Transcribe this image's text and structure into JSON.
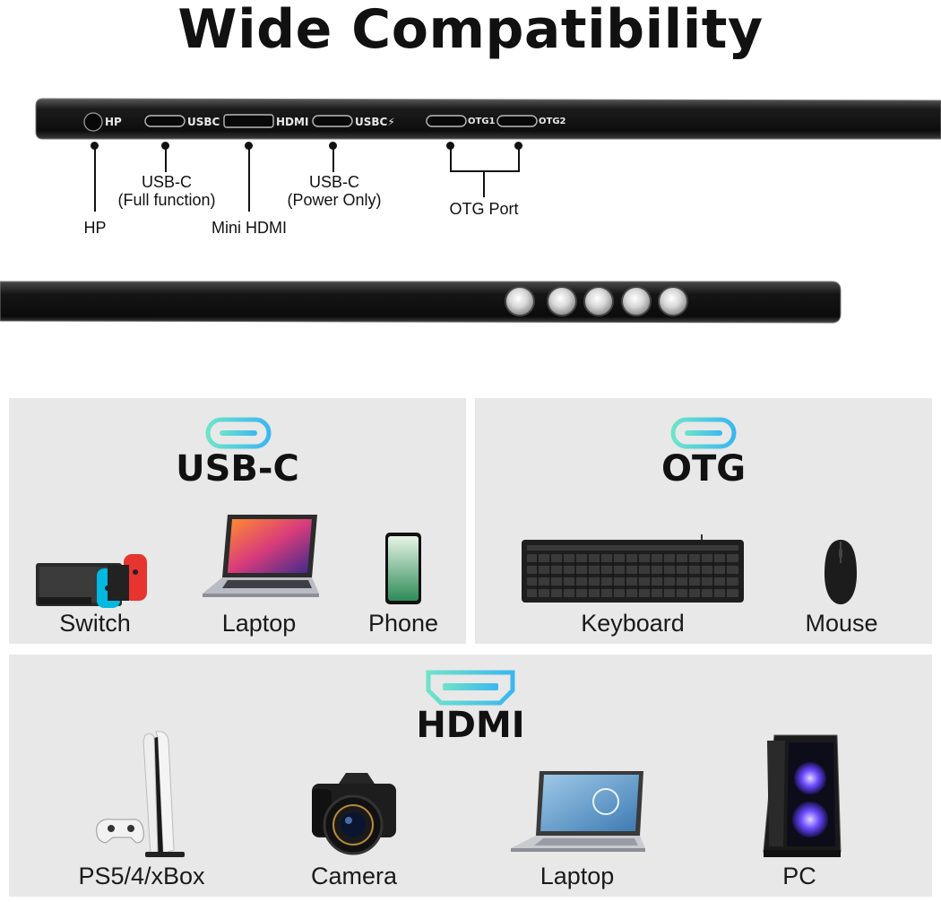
{
  "title": "Wide Compatibility",
  "ports": {
    "hp": "HP",
    "usbc": "USBC",
    "hdmi": "HDMI",
    "usbc_power": "USBC",
    "otg1": "OTG1",
    "otg2": "OTG2"
  },
  "port_labels": {
    "hp": "HP",
    "usbc_full_line1": "USB-C",
    "usbc_full_line2": "(Full function)",
    "mini_hdmi": "Mini HDMI",
    "usbc_power_line1": "USB-C",
    "usbc_power_line2": "(Power Only)",
    "otg": "OTG Port"
  },
  "sections": {
    "usbc": {
      "heading": "USB-C",
      "devices": [
        "Switch",
        "Laptop",
        "Phone"
      ]
    },
    "otg": {
      "heading": "OTG",
      "devices": [
        "Keyboard",
        "Mouse"
      ]
    },
    "hdmi": {
      "heading": "HDMI",
      "devices": [
        "PS5/4/xBox",
        "Camera",
        "Laptop",
        "PC"
      ]
    }
  },
  "colors": {
    "panel_bg": "#e8e8e8",
    "icon_gradient_start": "#6fe3c9",
    "icon_gradient_end": "#3bb7f0",
    "monitor_body": "#1a1a1a"
  },
  "icons": [
    "usb-c-port-icon",
    "hdmi-port-icon"
  ]
}
